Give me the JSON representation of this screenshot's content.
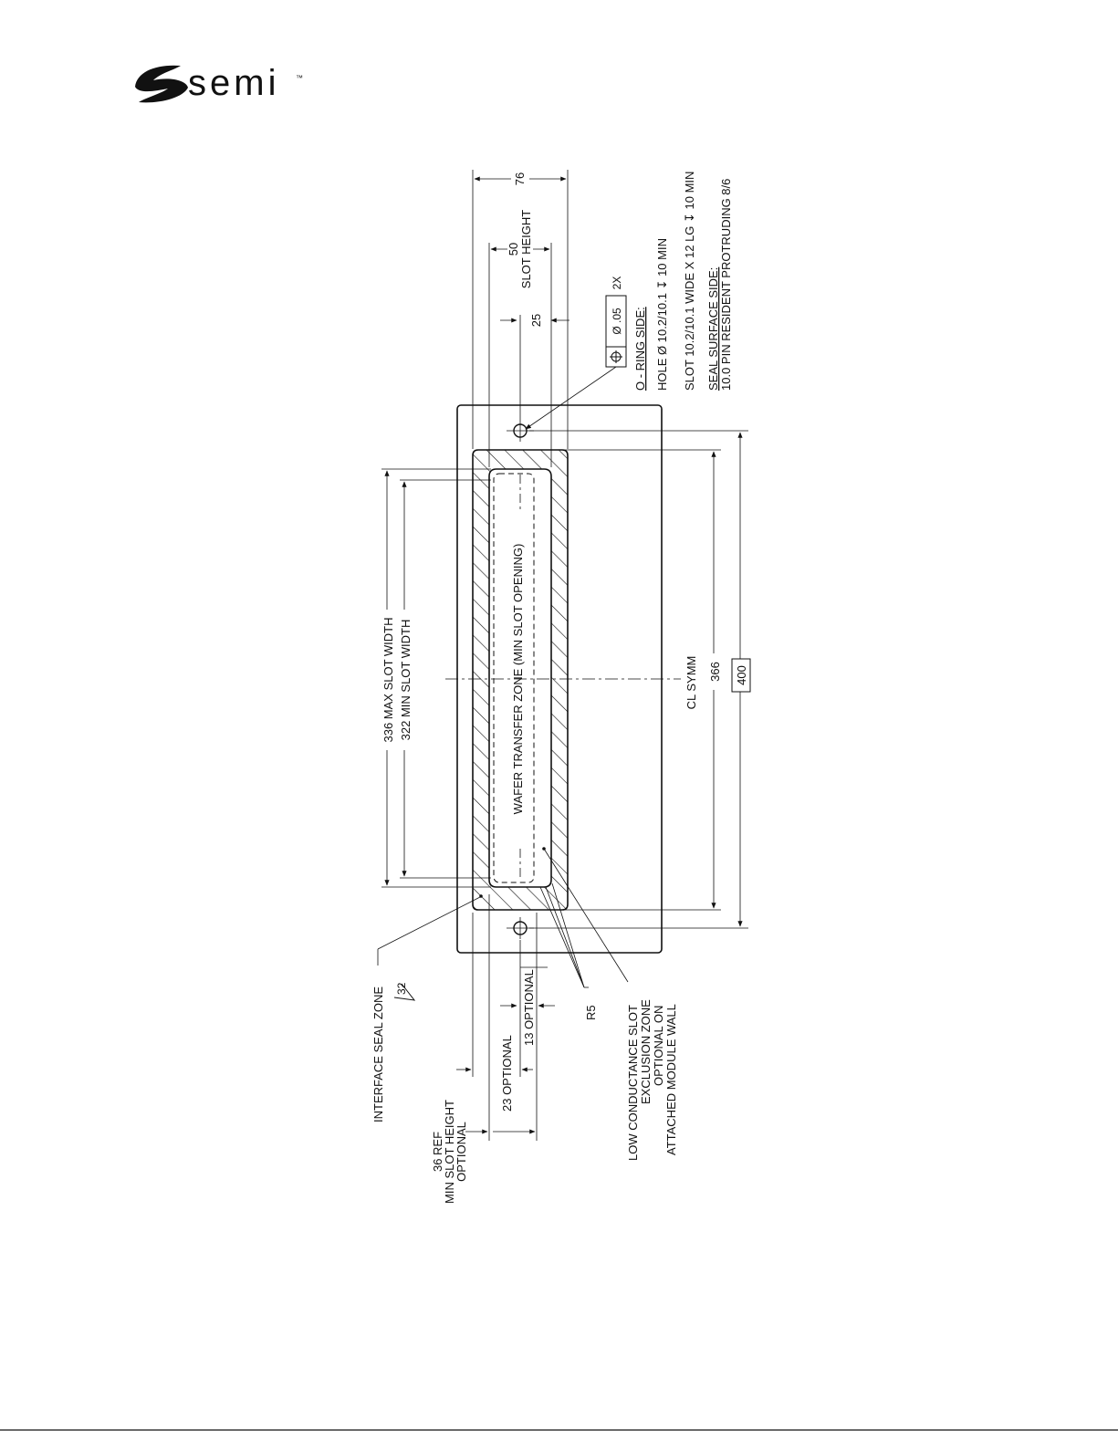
{
  "logo": {
    "wordmark": "semi",
    "trademark": "™"
  },
  "drawing": {
    "center_label": "WAFER TRANSFER ZONE (MIN SLOT OPENING)",
    "max_slot_width": "336 MAX SLOT WIDTH",
    "min_slot_width": "322 MIN SLOT WIDTH",
    "dim_366": "366",
    "dim_400": "400",
    "cl_symm": "CL SYMM",
    "dim_76": "76",
    "dim_50": "50",
    "slot_height": "SLOT HEIGHT",
    "dim_25": "25",
    "tol_diameter": "Ø .05",
    "tol_count": "2X",
    "oring_side": "O - RING SIDE:",
    "hole_spec": "HOLE Ø 10.2/10.1 ↧ 10 MIN",
    "slot_spec": "SLOT 10.2/10.1 WIDE X 12 LG ↧ 10 MIN",
    "seal_surface_side": "SEAL SURFACE SIDE:",
    "pin_spec": "10.0 PIN RESIDENT PROTRUDING 8/6",
    "interface_seal_zone": "INTERFACE SEAL ZONE",
    "surface_finish": "32",
    "optional_23": "23 OPTIONAL",
    "optional_13": "13 OPTIONAL",
    "ref_36": "36 REF",
    "min_slot_height": "MIN SLOT HEIGHT",
    "optional": "OPTIONAL",
    "r5": "R5",
    "lc_line1": "LOW CONDUCTANCE SLOT",
    "lc_line2": "EXCLUSION ZONE",
    "lc_line3": "OPTIONAL ON",
    "lc_line4": "ATTACHED MODULE WALL"
  }
}
